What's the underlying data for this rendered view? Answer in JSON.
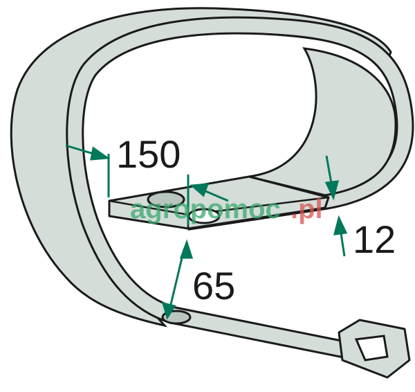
{
  "dimensions": {
    "width": "150",
    "height": "65",
    "thickness": "12"
  },
  "watermark": {
    "name": "agropomoc",
    "tld": ".pl"
  },
  "colors": {
    "part_fill": "#d4ddd8",
    "part_shadow": "#b9c6bf",
    "outline": "#1a1a1a",
    "dimension_arrow": "#00785a",
    "watermark_green": "#3aa86e",
    "watermark_red": "#d9534f"
  }
}
